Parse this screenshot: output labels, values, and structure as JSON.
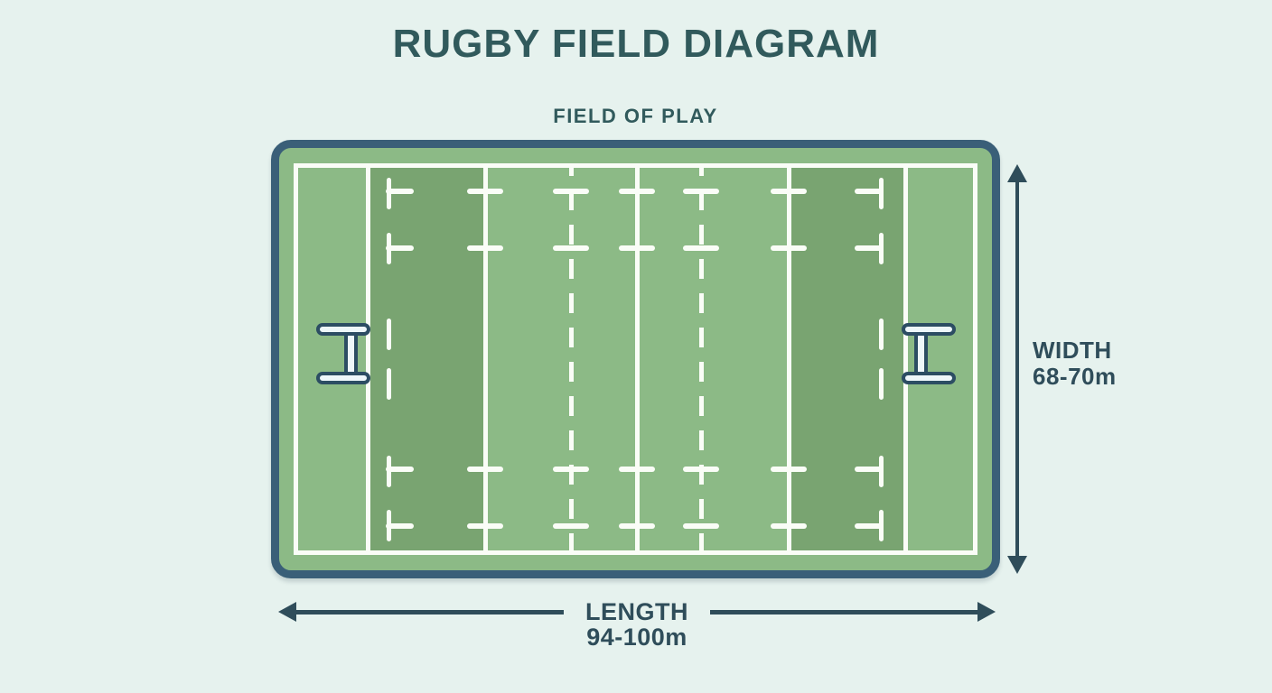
{
  "title": "RUGBY FIELD DIAGRAM",
  "field": {
    "label": "FIELD OF PLAY"
  },
  "dimensions": {
    "width": {
      "label": "WIDTH",
      "value": "68-70m"
    },
    "length": {
      "label": "LENGTH",
      "value": "94-100m"
    }
  },
  "icons": {
    "goal_post_left": "goalpost-icon",
    "goal_post_right": "goalpost-icon",
    "width_arrow": "double-arrow-vertical-icon",
    "length_arrow": "double-arrow-horizontal-icon"
  },
  "colors": {
    "background": "#e6f2ee",
    "field_green": "#8cba86",
    "zone_green": "#79a471",
    "border_blue": "#3a5f78",
    "line_white": "#fafdf7",
    "title_text": "#315a5c",
    "dimension_text": "#2f4d5a",
    "post_outline": "#2c4d63",
    "post_fill": "#eef7fa"
  }
}
